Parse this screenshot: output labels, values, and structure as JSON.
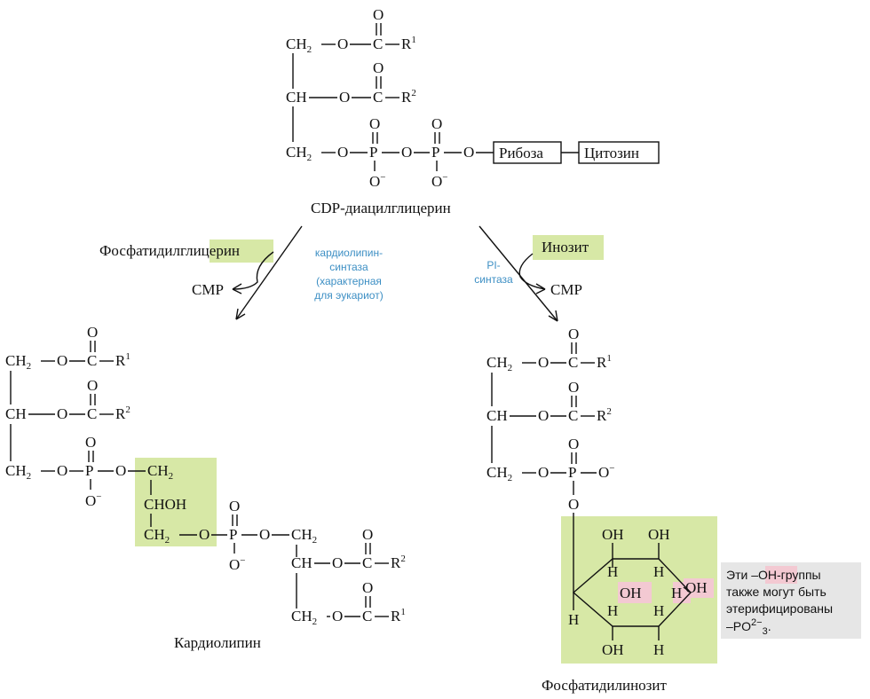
{
  "colors": {
    "highlight": "#d7e8a6",
    "enzyme_text": "#3d8fc4",
    "pink": "#f3c9d2",
    "note_bg": "#e6e6e6"
  },
  "atoms": {
    "ch2": "CH",
    "ch": "CH",
    "two": "2",
    "o": "O",
    "c": "C",
    "p": "P",
    "r": "R",
    "one": "1",
    "minus": "−",
    "oh": "OH",
    "h": "H",
    "choh": "CHOH"
  },
  "cdp": {
    "ribose": "Рибоза",
    "cytosine": "Цитозин",
    "label": "CDP-диацилглицерин"
  },
  "left_branch": {
    "substrate": "Фосфатидилглицерин",
    "cmp": "CMP",
    "enzyme_lines": [
      "кардиолипин-",
      "синтаза",
      "(характерная",
      "для эукариот)"
    ],
    "product": "Кардиолипин"
  },
  "right_branch": {
    "substrate": "Инозит",
    "cmp": "CMP",
    "enzyme_lines": [
      "PI-",
      "синтаза"
    ],
    "product": "Фосфатидилинозит"
  },
  "note": {
    "line1_a": "Эти ",
    "line1_b": "–OH-",
    "line1_c": "группы",
    "line2": "также могут быть",
    "line3": "этерифицированы",
    "line4": "–PO"
  }
}
